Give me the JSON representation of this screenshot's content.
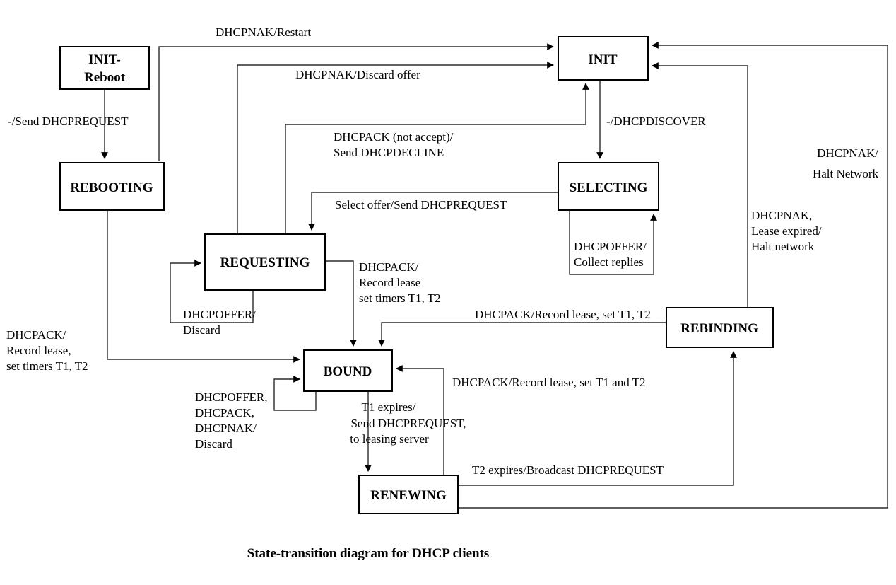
{
  "diagram": {
    "caption": "State-transition diagram for DHCP clients",
    "states": [
      {
        "id": "init-reboot",
        "label_line1": "INIT-",
        "label_line2": "Reboot"
      },
      {
        "id": "rebooting",
        "label": "REBOOTING"
      },
      {
        "id": "init",
        "label": "INIT"
      },
      {
        "id": "selecting",
        "label": "SELECTING"
      },
      {
        "id": "requesting",
        "label": "REQUESTING"
      },
      {
        "id": "bound",
        "label": "BOUND"
      },
      {
        "id": "rebinding",
        "label": "REBINDING"
      },
      {
        "id": "renewing",
        "label": "RENEWING"
      }
    ],
    "transitions": [
      {
        "id": "initreboot-to-rebooting",
        "label": "-/Send DHCPREQUEST",
        "from": "init-reboot",
        "to": "rebooting"
      },
      {
        "id": "rebooting-to-init",
        "label": "DHCPNAK/Restart",
        "from": "rebooting",
        "to": "init"
      },
      {
        "id": "requesting-to-init-nak",
        "label": "DHCPNAK/Discard offer",
        "from": "requesting",
        "to": "init"
      },
      {
        "id": "requesting-to-init-decline",
        "label_line1": "DHCPACK (not accept)/",
        "label_line2": "Send DHCPDECLINE",
        "from": "requesting",
        "to": "init"
      },
      {
        "id": "init-to-selecting",
        "label": "-/DHCPDISCOVER",
        "from": "init",
        "to": "selecting"
      },
      {
        "id": "selecting-self",
        "label_line1": "DHCPOFFER/",
        "label_line2": "Collect replies",
        "from": "selecting",
        "to": "selecting"
      },
      {
        "id": "selecting-to-requesting",
        "label": "Select offer/Send DHCPREQUEST",
        "from": "selecting",
        "to": "requesting"
      },
      {
        "id": "requesting-self",
        "label_line1": "DHCPOFFER/",
        "label_line2": "Discard",
        "from": "requesting",
        "to": "requesting"
      },
      {
        "id": "requesting-to-bound",
        "label_line1": "DHCPACK/",
        "label_line2": "Record lease",
        "label_line3": "set timers T1, T2",
        "from": "requesting",
        "to": "bound"
      },
      {
        "id": "rebooting-to-bound",
        "label_line1": "DHCPACK/",
        "label_line2": "Record lease,",
        "label_line3": "set timers T1, T2",
        "from": "rebooting",
        "to": "bound"
      },
      {
        "id": "bound-self",
        "label_line1": "DHCPOFFER,",
        "label_line2": "DHCPACK,",
        "label_line3": "DHCPNAK/",
        "label_line4": "Discard",
        "from": "bound",
        "to": "bound"
      },
      {
        "id": "bound-to-renewing",
        "label_line1": "T1 expires/",
        "label_line2": "Send DHCPREQUEST,",
        "label_line3": "to leasing server",
        "from": "bound",
        "to": "renewing"
      },
      {
        "id": "renewing-to-bound",
        "label": "DHCPACK/Record lease, set T1 and T2",
        "from": "renewing",
        "to": "bound"
      },
      {
        "id": "renewing-to-rebinding",
        "label": "T2 expires/Broadcast DHCPREQUEST",
        "from": "renewing",
        "to": "rebinding"
      },
      {
        "id": "rebinding-to-bound",
        "label": "DHCPACK/Record lease, set T1, T2",
        "from": "rebinding",
        "to": "bound"
      },
      {
        "id": "rebinding-to-init",
        "label_line1": "DHCPNAK,",
        "label_line2": "Lease expired/",
        "label_line3": "Halt network",
        "from": "rebinding",
        "to": "init"
      },
      {
        "id": "renewing-to-init",
        "label_line1": "DHCPNAK/",
        "label_line2": "Halt Network",
        "from": "renewing",
        "to": "init"
      }
    ]
  }
}
